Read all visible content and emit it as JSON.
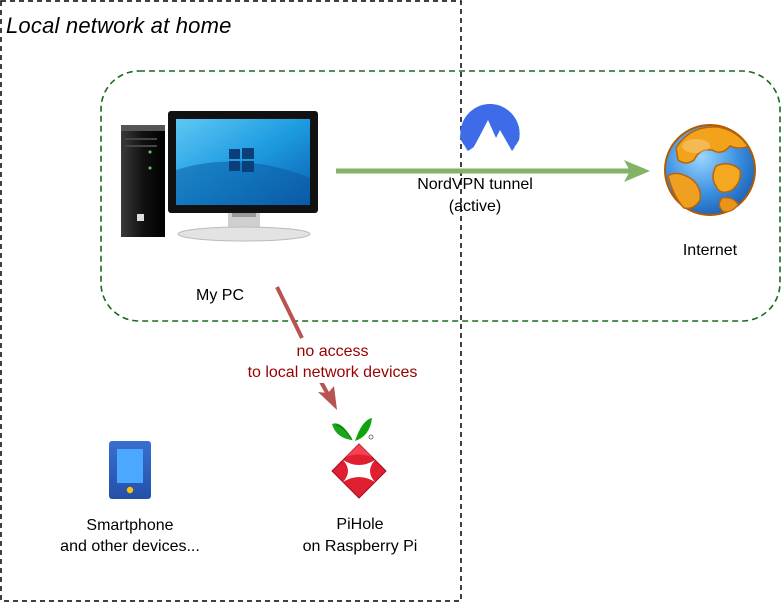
{
  "zone": {
    "title": "Local network at home"
  },
  "nodes": {
    "pc": {
      "label": "My PC"
    },
    "internet": {
      "label": "Internet"
    },
    "smartphone": {
      "line1": "Smartphone",
      "line2": "and other devices..."
    },
    "pihole": {
      "line1": "PiHole",
      "line2": "on Raspberry Pi"
    }
  },
  "edges": {
    "vpn": {
      "line1": "NordVPN tunnel",
      "line2": "(active)",
      "color": "#82b366"
    },
    "blocked": {
      "line1": "no access",
      "line2": "to local network devices",
      "color": "#b85450",
      "text_color": "#990000"
    }
  },
  "icons": [
    "desktop-pc-icon",
    "nordvpn-logo-icon",
    "globe-icon",
    "smartphone-icon",
    "pihole-logo-icon"
  ],
  "colors": {
    "local_border": "#000000",
    "vpn_zone_border": "#1a6b1a"
  }
}
